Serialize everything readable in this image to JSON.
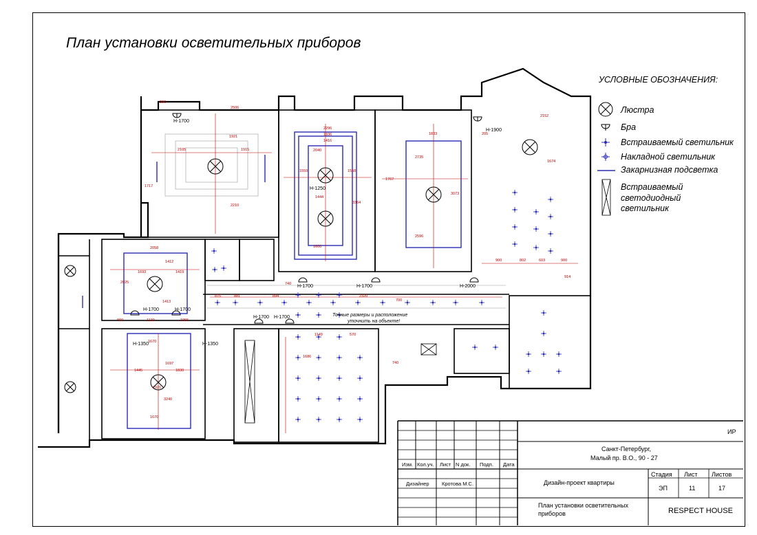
{
  "title": "План установки осветительных приборов",
  "legend": {
    "heading": "УСЛОВНЫЕ ОБОЗНАЧЕНИЯ:",
    "items": [
      {
        "icon": "chandelier-icon",
        "label": "Люстра"
      },
      {
        "icon": "sconce-icon",
        "label": "Бра"
      },
      {
        "icon": "recessed-light-icon",
        "label": "Встраиваемый светильник"
      },
      {
        "icon": "surface-light-icon",
        "label": "Накладной светильник"
      },
      {
        "icon": "cornice-lighting-icon",
        "label": "Закарнизная подсветка"
      },
      {
        "icon": "led-panel-icon",
        "label": "Встраиваемый светодиодный светильник"
      }
    ]
  },
  "plan": {
    "height_marks": [
      "H-1700",
      "H-1250",
      "H-1900",
      "H-1700",
      "H-1700",
      "H-2000",
      "H-1700",
      "H-1700",
      "H-1700",
      "H-1700",
      "H-1350",
      "H-1350"
    ],
    "note": [
      "Точные размеры и расположение",
      "уточнить на объекте!"
    ],
    "dimensions": [
      "500",
      "2506",
      "2105",
      "1915",
      "1921",
      "2210",
      "1717",
      "2296",
      "1936",
      "1416",
      "2040",
      "1558",
      "1559",
      "1444",
      "3364",
      "1600",
      "1833",
      "2735",
      "3073",
      "2596",
      "1767",
      "2152",
      "1674",
      "205",
      "900",
      "802",
      "603",
      "900",
      "914",
      "2058",
      "1412",
      "1693",
      "1419",
      "2025",
      "1413",
      "1130",
      "1955",
      "900",
      "740",
      "875",
      "881",
      "894",
      "2320",
      "1670",
      "1697",
      "1445",
      "1830",
      "1670",
      "3240",
      "1021",
      "1149",
      "570",
      "1686",
      "740",
      "700"
    ]
  },
  "title_block": {
    "code": "ИР",
    "address_line1": "Санкт-Петербург,",
    "address_line2": "Малый пр. В.О., 90 - 27",
    "headers": [
      "Изм.",
      "Кол.уч.",
      "Лист",
      "N док.",
      "Подп.",
      "Дата"
    ],
    "designer_role": "Дизайнер",
    "designer_name": "Кротова М.С.",
    "project": "Дизайн-проект квартиры",
    "stage_head": "Стадия",
    "sheet_head": "Лист",
    "sheets_head": "Листов",
    "stage": "ЭП",
    "sheet": "11",
    "sheets": "17",
    "drawing_line1": "План установки осветительных",
    "drawing_line2": "приборов",
    "company": "RESPECT HOUSE"
  }
}
